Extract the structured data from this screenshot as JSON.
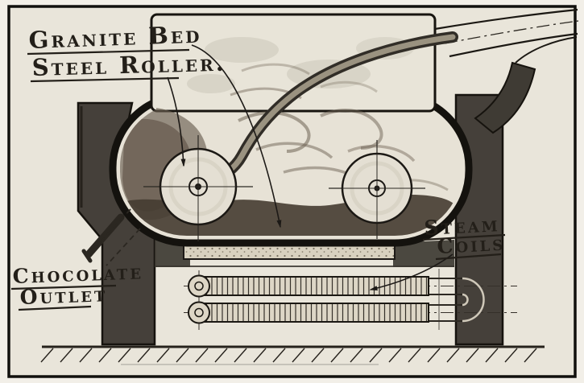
{
  "figure": {
    "type": "technical-illustration",
    "subject": "Chocolate melangeur machine cross-section",
    "labels": {
      "granite_bed": "Granite Bed",
      "steel_roller": "Steel Roller.",
      "chocolate_outlet": [
        "Chocolate",
        "Outlet"
      ],
      "steam_coils": [
        "Steam",
        "Coils"
      ]
    },
    "colors": {
      "paper": "#e9e5da",
      "ink": "#1b1813",
      "machine_dark": "#45403a",
      "chocolate": "#57493d",
      "granite_bed_fill": "#d8d1bf",
      "pipe_highlight": "#9a9280"
    }
  }
}
